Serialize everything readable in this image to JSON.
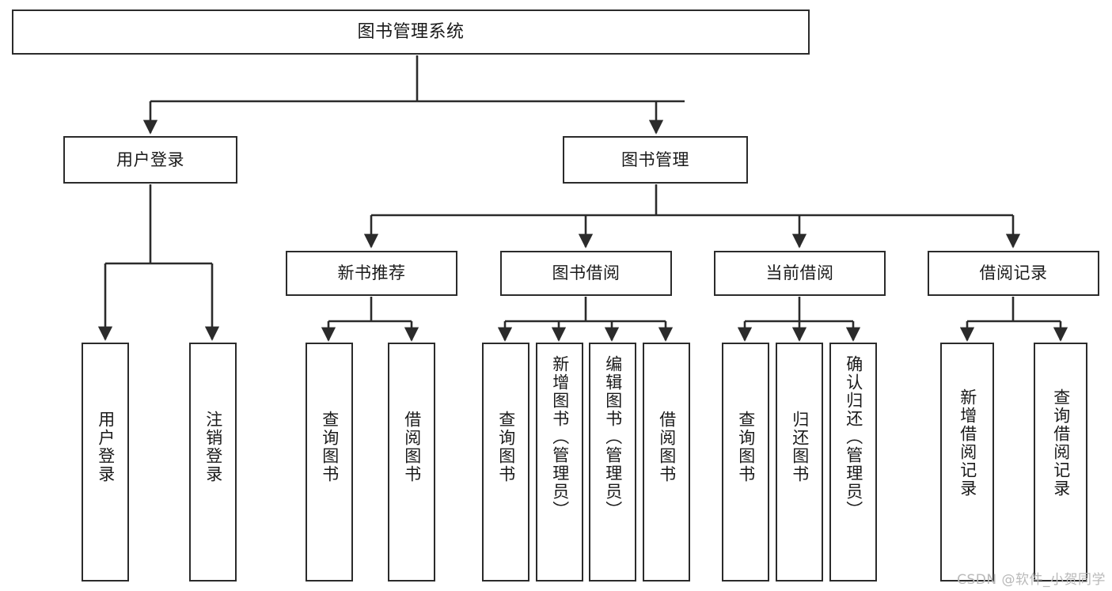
{
  "diagram": {
    "title": "图书管理系统",
    "type": "tree",
    "colors": {
      "stroke": "#2b2b2b",
      "fill": "#ffffff",
      "text": "#1a1a1a",
      "watermark": "#b9b9b9"
    },
    "watermark": "CSDN @软件_小贺同学",
    "levels": {
      "root": "图书管理系统",
      "level2": [
        "用户登录",
        "图书管理"
      ],
      "level3": [
        "新书推荐",
        "图书借阅",
        "当前借阅",
        "借阅记录"
      ]
    },
    "nodes": {
      "root": {
        "label": "图书管理系统"
      },
      "user_login": {
        "label": "用户登录"
      },
      "book_manage": {
        "label": "图书管理"
      },
      "new_book_rec": {
        "label": "新书推荐"
      },
      "book_borrow": {
        "label": "图书借阅"
      },
      "current_borrow": {
        "label": "当前借阅"
      },
      "borrow_record": {
        "label": "借阅记录"
      },
      "leaf_user_login": {
        "label": "用户登录"
      },
      "leaf_logout": {
        "label": "注销登录"
      },
      "leaf_query_book_1": {
        "label": "查询图书"
      },
      "leaf_borrow_book_1": {
        "label": "借阅图书"
      },
      "leaf_query_book_2": {
        "label": "查询图书"
      },
      "leaf_add_book": {
        "label": "新增图书（管理员）"
      },
      "leaf_edit_book": {
        "label": "编辑图书（管理员）"
      },
      "leaf_borrow_book_2": {
        "label": "借阅图书"
      },
      "leaf_query_book_3": {
        "label": "查询图书"
      },
      "leaf_return_book": {
        "label": "归还图书"
      },
      "leaf_confirm_return": {
        "label": "确认归还（管理员）"
      },
      "leaf_add_record": {
        "label": "新增借阅记录"
      },
      "leaf_query_record": {
        "label": "查询借阅记录"
      }
    },
    "edges": [
      {
        "from": "root",
        "to": "user_login"
      },
      {
        "from": "root",
        "to": "book_manage"
      },
      {
        "from": "user_login",
        "to": "leaf_user_login"
      },
      {
        "from": "user_login",
        "to": "leaf_logout"
      },
      {
        "from": "book_manage",
        "to": "new_book_rec"
      },
      {
        "from": "book_manage",
        "to": "book_borrow"
      },
      {
        "from": "book_manage",
        "to": "current_borrow"
      },
      {
        "from": "book_manage",
        "to": "borrow_record"
      },
      {
        "from": "new_book_rec",
        "to": "leaf_query_book_1"
      },
      {
        "from": "new_book_rec",
        "to": "leaf_borrow_book_1"
      },
      {
        "from": "book_borrow",
        "to": "leaf_query_book_2"
      },
      {
        "from": "book_borrow",
        "to": "leaf_add_book"
      },
      {
        "from": "book_borrow",
        "to": "leaf_edit_book"
      },
      {
        "from": "book_borrow",
        "to": "leaf_borrow_book_2"
      },
      {
        "from": "current_borrow",
        "to": "leaf_query_book_3"
      },
      {
        "from": "current_borrow",
        "to": "leaf_return_book"
      },
      {
        "from": "current_borrow",
        "to": "leaf_confirm_return"
      },
      {
        "from": "borrow_record",
        "to": "leaf_add_record"
      },
      {
        "from": "borrow_record",
        "to": "leaf_query_record"
      }
    ]
  }
}
